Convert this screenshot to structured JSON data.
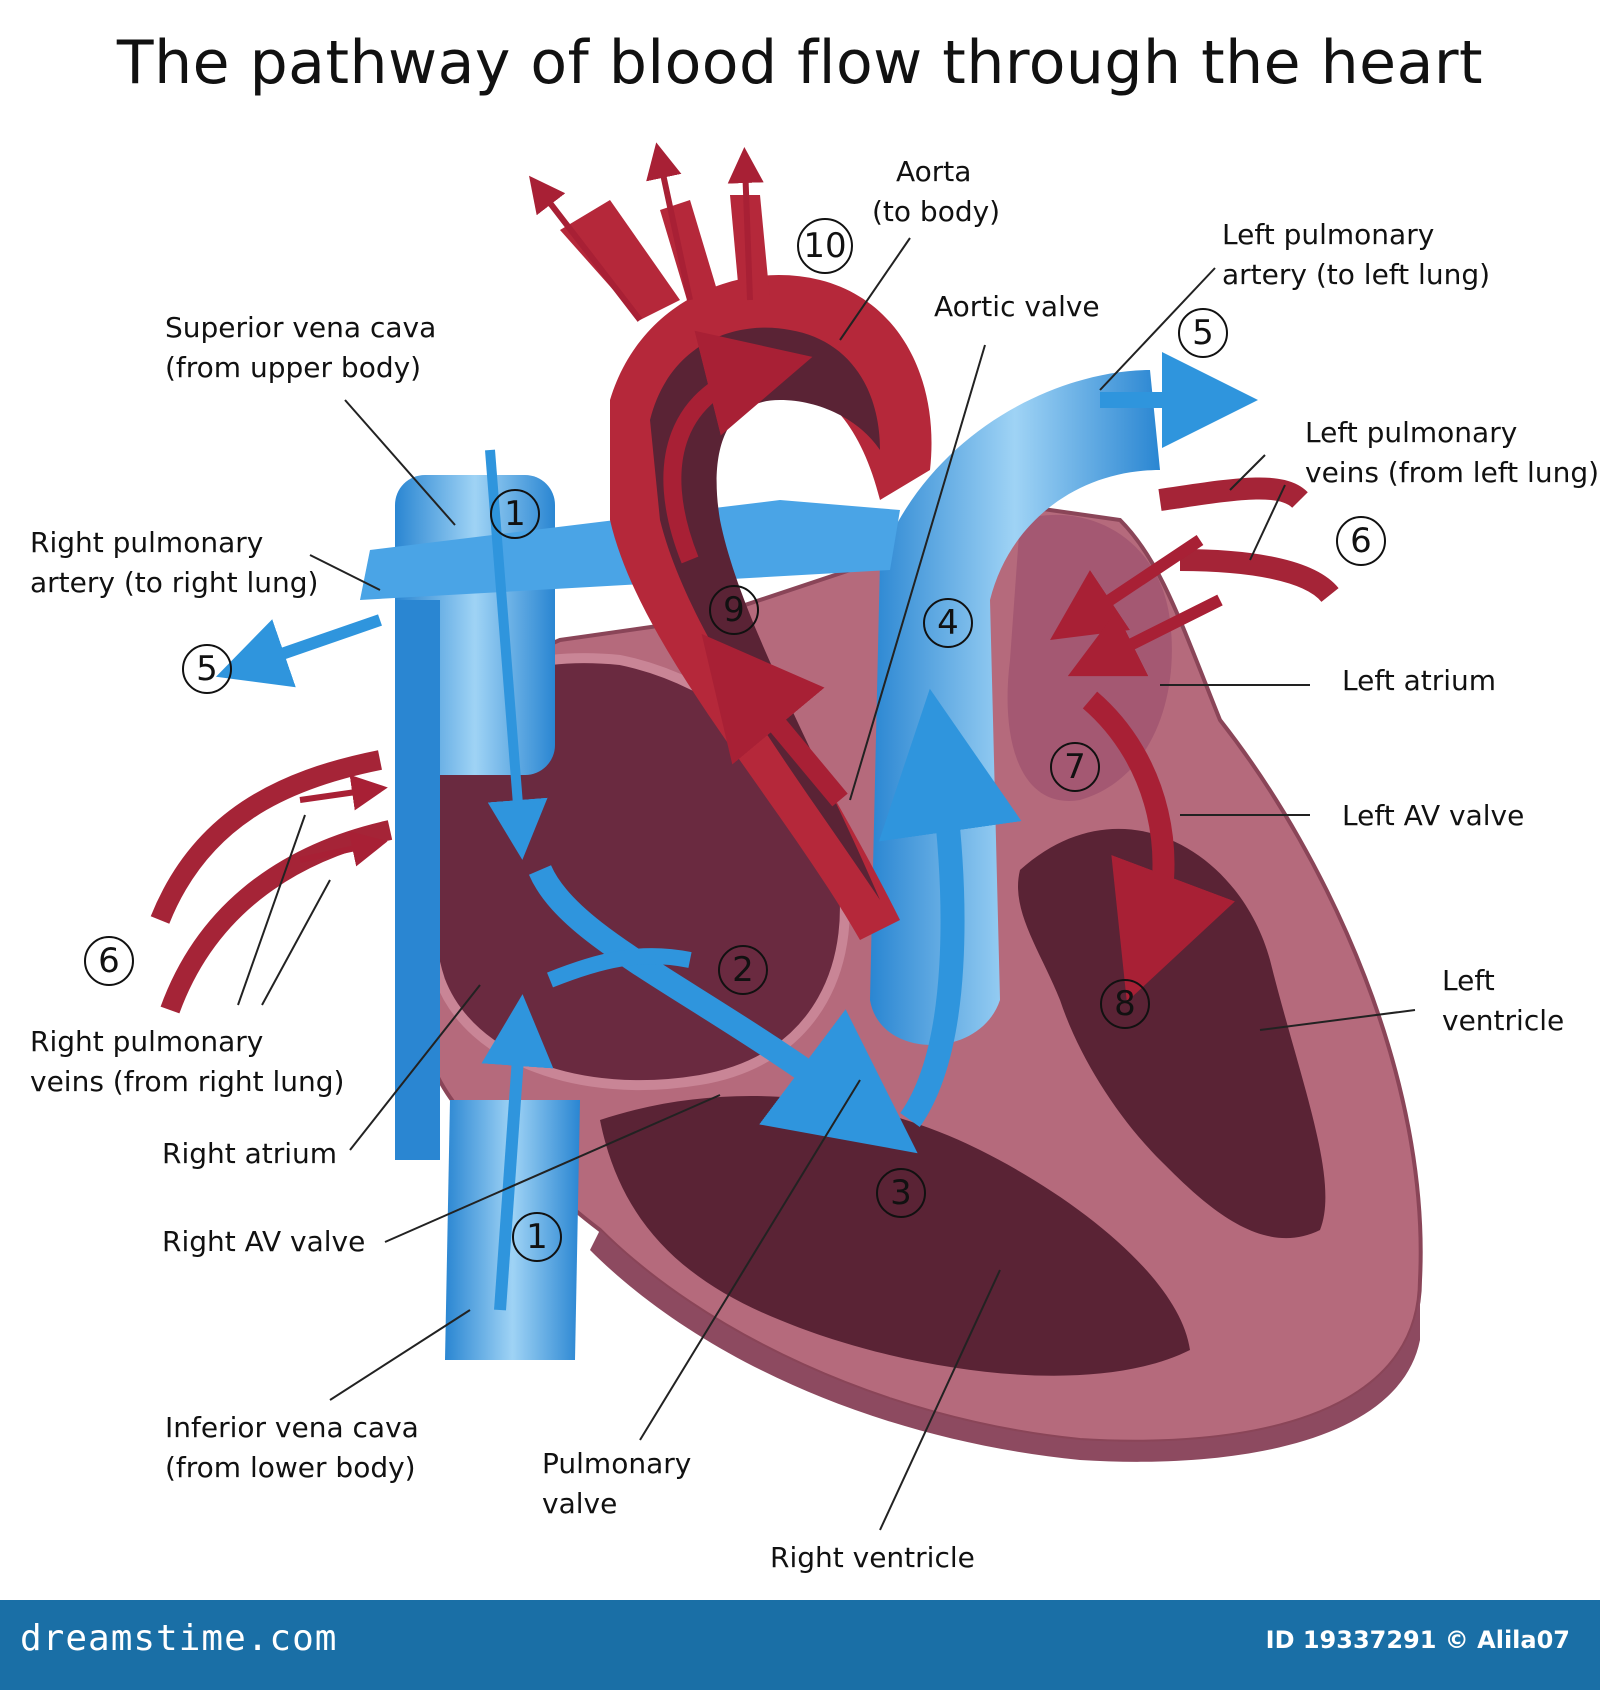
{
  "title": "The pathway of blood flow through the heart",
  "labels": {
    "aorta_line1": "Aorta",
    "aorta_line2": "(to body)",
    "aortic_valve": "Aortic valve",
    "left_pulm_artery_line1": "Left pulmonary",
    "left_pulm_artery_line2": "artery (to left lung)",
    "svc_line1": "Superior vena cava",
    "svc_line2": "(from upper body)",
    "left_pulm_veins_line1": "Left pulmonary",
    "left_pulm_veins_line2": "veins (from left lung)",
    "right_pulm_artery_line1": "Right pulmonary",
    "right_pulm_artery_line2": "artery (to right lung)",
    "left_atrium": "Left atrium",
    "left_av_valve": "Left AV valve",
    "left_ventricle_line1": "Left",
    "left_ventricle_line2": "ventricle",
    "right_pulm_veins_line1": "Right pulmonary",
    "right_pulm_veins_line2": "veins (from right lung)",
    "right_atrium": "Right atrium",
    "right_av_valve": "Right AV valve",
    "ivc_line1": "Inferior vena cava",
    "ivc_line2": "(from lower body)",
    "pulmonary_valve_line1": "Pulmonary",
    "pulmonary_valve_line2": "valve",
    "right_ventricle": "Right ventricle"
  },
  "steps": {
    "s1a": "1",
    "s1b": "1",
    "s2": "2",
    "s3": "3",
    "s4": "4",
    "s5a": "5",
    "s5b": "5",
    "s6a": "6",
    "s6b": "6",
    "s7": "7",
    "s8": "8",
    "s9": "9",
    "s10": "10"
  },
  "footer": {
    "logo": "dreamstime.com",
    "id_text": "ID 19337291 © Alila07"
  },
  "colors": {
    "heart_muscle": "#b4697a",
    "heart_dark": "#5a2335",
    "oxygenated": "#b5283a",
    "deoxygenated": "#3b9ee0",
    "footer": "#1a6fa6"
  }
}
